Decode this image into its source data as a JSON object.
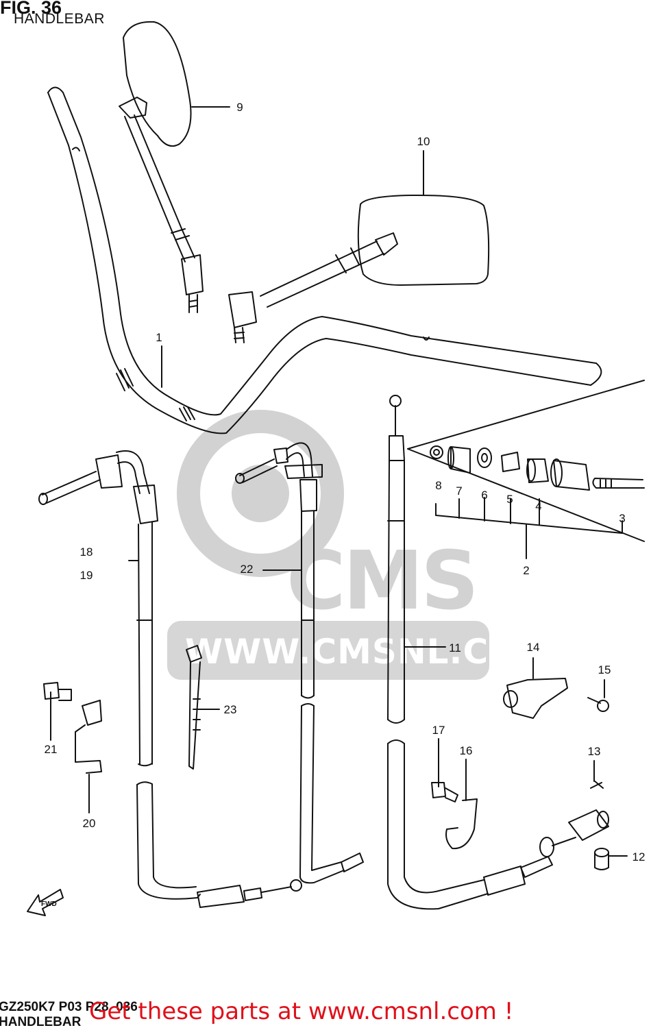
{
  "header": {
    "fig": "FIG. 36",
    "title": "HANDLEBAR"
  },
  "footer": {
    "code": "GZ250K7 P03 P28_036",
    "title": "HANDLEBAR",
    "promo": "Get these parts at www.cmsnl.com !"
  },
  "watermark": {
    "brand": "CMS",
    "url": "WWW.CMSNL.COM"
  },
  "fwd_label": "FWD",
  "callouts": [
    {
      "id": "c1",
      "label": "1"
    },
    {
      "id": "c2",
      "label": "2"
    },
    {
      "id": "c3",
      "label": "3"
    },
    {
      "id": "c4",
      "label": "4"
    },
    {
      "id": "c5",
      "label": "5"
    },
    {
      "id": "c6",
      "label": "6"
    },
    {
      "id": "c7",
      "label": "7"
    },
    {
      "id": "c8",
      "label": "8"
    },
    {
      "id": "c9",
      "label": "9"
    },
    {
      "id": "c10",
      "label": "10"
    },
    {
      "id": "c11",
      "label": "11"
    },
    {
      "id": "c12",
      "label": "12"
    },
    {
      "id": "c13",
      "label": "13"
    },
    {
      "id": "c14",
      "label": "14"
    },
    {
      "id": "c15",
      "label": "15"
    },
    {
      "id": "c16",
      "label": "16"
    },
    {
      "id": "c17",
      "label": "17"
    },
    {
      "id": "c18",
      "label": "18"
    },
    {
      "id": "c19",
      "label": "19"
    },
    {
      "id": "c20",
      "label": "20"
    },
    {
      "id": "c21",
      "label": "21"
    },
    {
      "id": "c22",
      "label": "22"
    },
    {
      "id": "c23",
      "label": "23"
    }
  ],
  "colors": {
    "line": "#111111",
    "promo": "#e0101a",
    "watermark": "#d6d6d6"
  }
}
